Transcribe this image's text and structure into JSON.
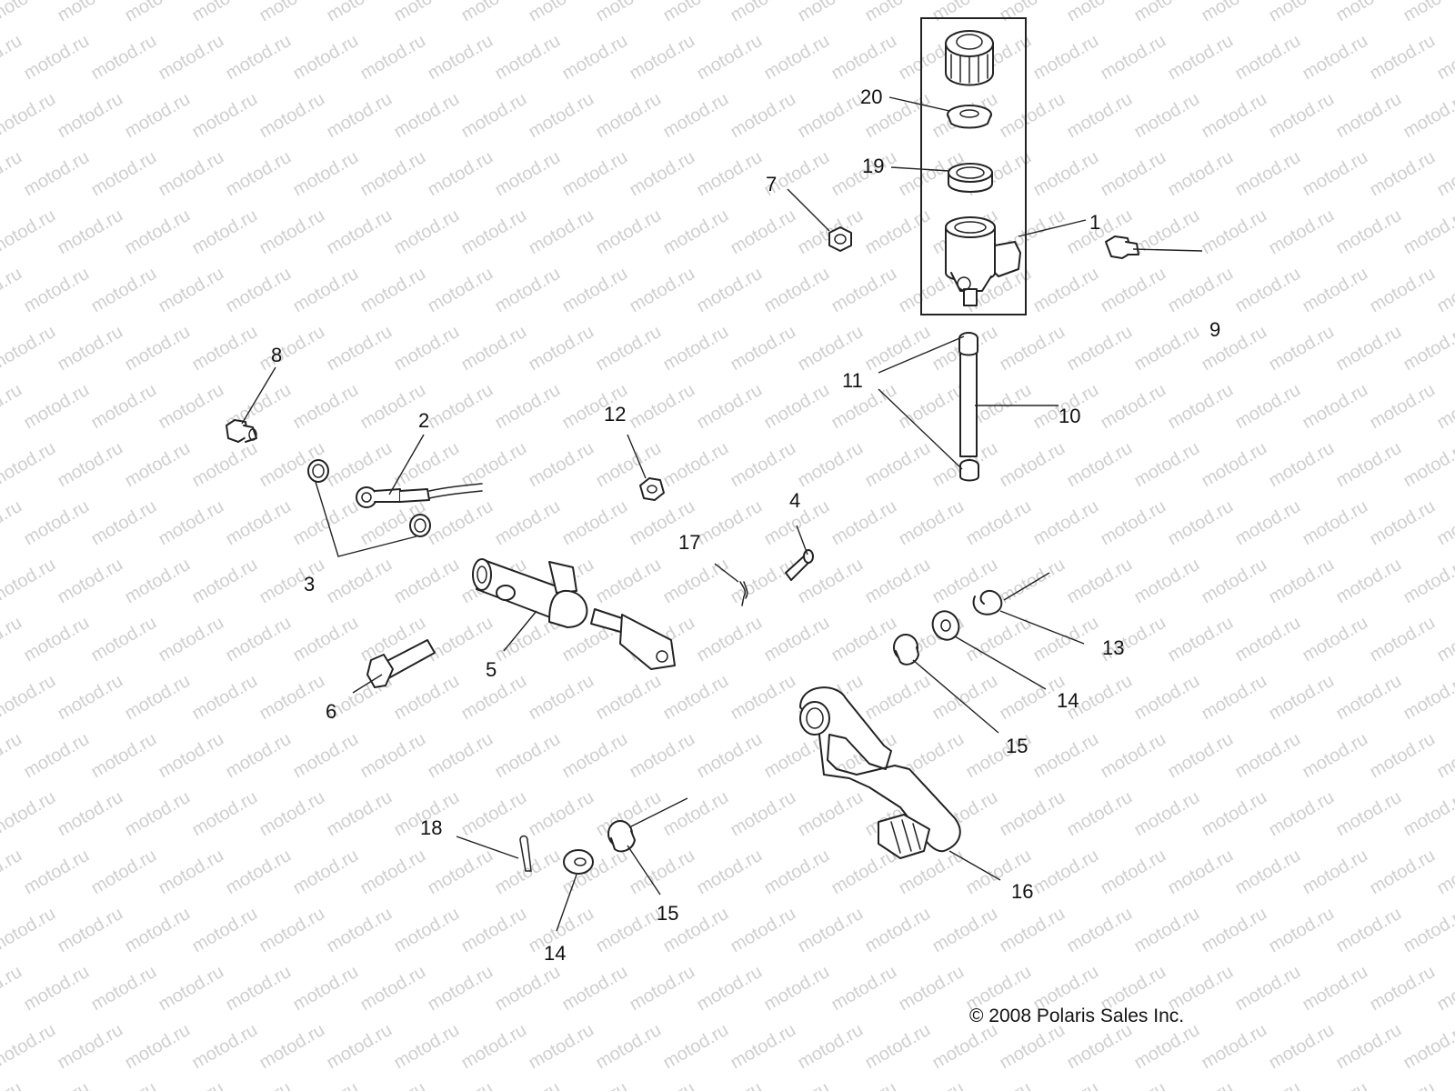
{
  "watermark": "motod.ru",
  "copyright": "© 2008 Polaris Sales Inc.",
  "callouts": {
    "c1": "1",
    "c2": "2",
    "c3": "3",
    "c4": "4",
    "c5": "5",
    "c6": "6",
    "c7": "7",
    "c8": "8",
    "c9": "9",
    "c10": "10",
    "c11": "11",
    "c12": "12",
    "c13": "13",
    "c14a": "14",
    "c14b": "14",
    "c15a": "15",
    "c15b": "15",
    "c16": "16",
    "c17": "17",
    "c18": "18",
    "c19": "19",
    "c20": "20"
  }
}
